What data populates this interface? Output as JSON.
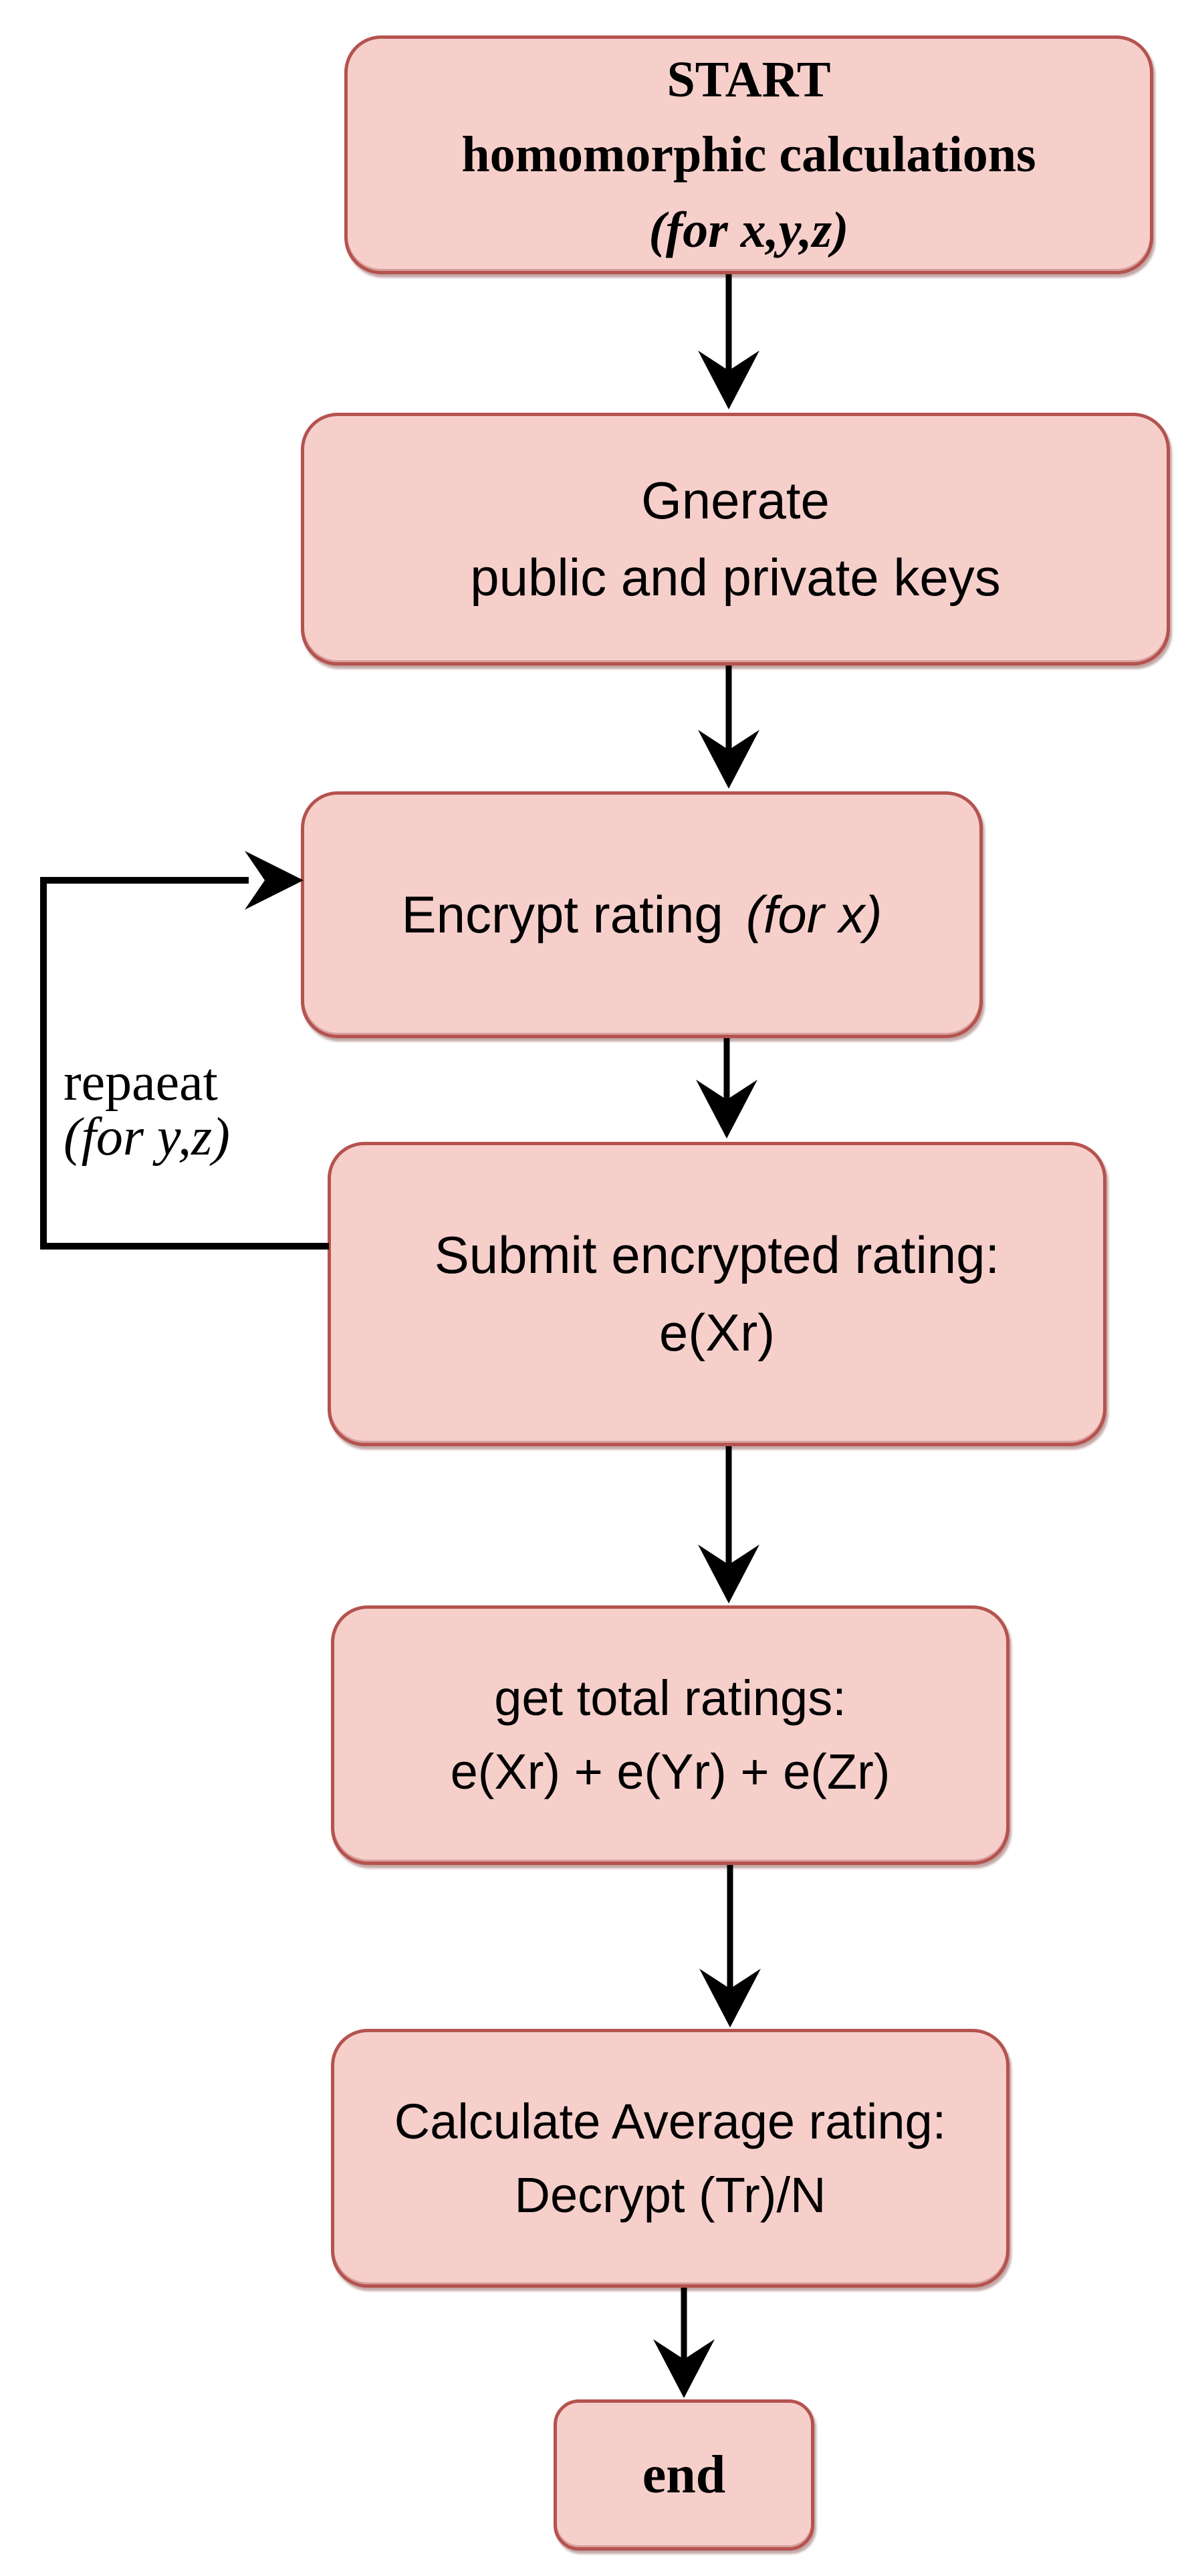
{
  "flowchart": {
    "nodes": {
      "start": {
        "line1": "START",
        "line2": "homomorphic calculations",
        "line3": "(for x,y,z)"
      },
      "generate_keys": {
        "line1": "Gnerate",
        "line2": "public and private keys"
      },
      "encrypt_rating": {
        "text": "Encrypt rating",
        "suffix_italic": "(for x)"
      },
      "submit_rating": {
        "line1": "Submit encrypted rating:",
        "line2": "e(Xr)"
      },
      "total_ratings": {
        "line1": "get total ratings:",
        "line2": "e(Xr) + e(Yr) + e(Zr)"
      },
      "average_rating": {
        "line1": "Calculate Average rating:",
        "line2": "Decrypt (Tr)/N"
      },
      "end": {
        "label": "end"
      }
    },
    "loop_annotation": {
      "line1": "repaeat",
      "line2": "(for y,z)"
    },
    "edges": [
      {
        "from": "start",
        "to": "generate_keys"
      },
      {
        "from": "generate_keys",
        "to": "encrypt_rating"
      },
      {
        "from": "encrypt_rating",
        "to": "submit_rating"
      },
      {
        "from": "submit_rating",
        "to": "encrypt_rating",
        "label": "repaeat (for y,z)"
      },
      {
        "from": "submit_rating",
        "to": "total_ratings"
      },
      {
        "from": "total_ratings",
        "to": "average_rating"
      },
      {
        "from": "average_rating",
        "to": "end"
      }
    ],
    "colors": {
      "node_fill": "#f6cfcb",
      "node_border": "#b5534f",
      "arrow": "#000000",
      "text": "#000000",
      "background": "#ffffff"
    }
  }
}
